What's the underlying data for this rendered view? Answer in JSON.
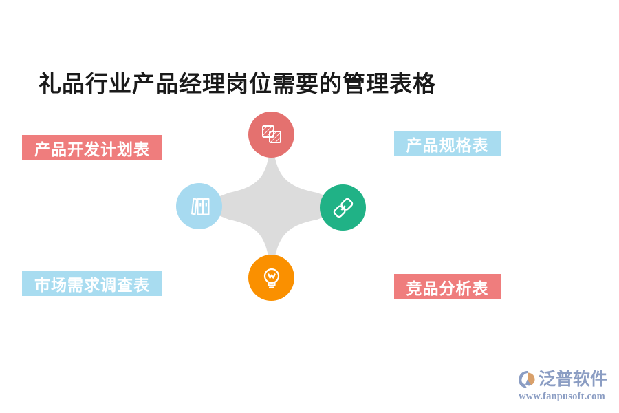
{
  "page": {
    "title": "礼品行业产品经理岗位需要的管理表格",
    "background_color": "#ffffff"
  },
  "diagram": {
    "type": "four-point-star-hub",
    "center_shape_color": "#dddddd",
    "nodes": [
      {
        "position": "top",
        "icon": "layers-icon",
        "color": "#e4716f",
        "linked_label": "产品开发计划表"
      },
      {
        "position": "left",
        "icon": "books-icon",
        "color": "#a7daf0",
        "linked_label": "产品规格表"
      },
      {
        "position": "right",
        "icon": "link-chain-icon",
        "color": "#20b286",
        "linked_label": "竞品分析表"
      },
      {
        "position": "bottom",
        "icon": "lightbulb-icon",
        "color": "#fa9000",
        "linked_label": "市场需求调查表"
      }
    ]
  },
  "labels": {
    "top_left": {
      "text": "产品开发计划表",
      "background_color": "#ef7d7d",
      "text_color": "#ffffff"
    },
    "top_right": {
      "text": "产品规格表",
      "background_color": "#a8dcf0",
      "text_color": "#ffffff"
    },
    "bottom_left": {
      "text": "市场需求调查表",
      "background_color": "#a8dcf0",
      "text_color": "#ffffff"
    },
    "bottom_right": {
      "text": "竞品分析表",
      "background_color": "#ef7d7d",
      "text_color": "#ffffff"
    }
  },
  "logo": {
    "name": "泛普软件",
    "url": "www.fanpusoft.com",
    "mark_color": "#8b9dc3",
    "mark_accent_color": "#d9a06a",
    "text_color": "#8b9dc3"
  }
}
